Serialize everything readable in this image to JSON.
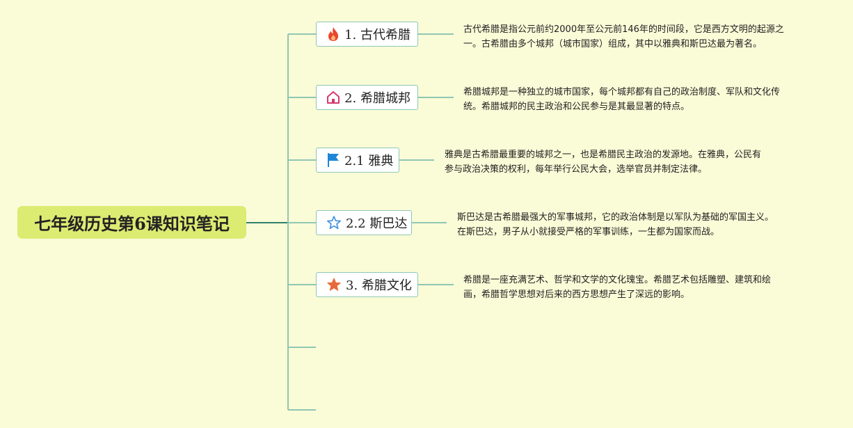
{
  "root": {
    "title": "七年级历史第6课知识笔记"
  },
  "topics": [
    {
      "label": "1. 古代希腊",
      "icon": "fire-icon",
      "desc": [
        "古代希腊是指公元前约2000年至公元前146年的时间段，它是西方文明的起源之",
        "一。古希腊由多个城邦（城市国家）组成，其中以雅典和斯巴达最为著名。"
      ]
    },
    {
      "label": "2. 希腊城邦",
      "icon": "house-icon",
      "desc": [
        "希腊城邦是一种独立的城市国家，每个城邦都有自己的政治制度、军队和文化传",
        "统。希腊城邦的民主政治和公民参与是其最显著的特点。"
      ]
    },
    {
      "label": "2.1 雅典",
      "icon": "flag-icon",
      "desc": [
        "雅典是古希腊最重要的城邦之一，也是希腊民主政治的发源地。在雅典，公民有",
        "参与政治决策的权利，每年举行公民大会，选举官员并制定法律。"
      ]
    },
    {
      "label": "2.2 斯巴达",
      "icon": "star-outline-icon",
      "desc": [
        "斯巴达是古希腊最强大的军事城邦，它的政治体制是以军队为基础的军国主义。",
        "在斯巴达，男子从小就接受严格的军事训练，一生都为国家而战。"
      ]
    },
    {
      "label": "3. 希腊文化",
      "icon": "star-filled-icon",
      "desc": [
        "希腊是一座充满艺术、哲学和文学的文化瑰宝。希腊艺术包括雕塑、建筑和绘",
        "画，希腊哲学思想对后来的西方思想产生了深远的影响。"
      ]
    }
  ],
  "colors": {
    "background": "#fafbd7",
    "root_fill": "#dceb72",
    "connector": "#8fc7b3",
    "root_connector": "#2f7f6d",
    "fire": "#e8462a",
    "house": "#d63a6e",
    "flag": "#1f86d6",
    "star_outline": "#3a8fe0",
    "star_filled": "#e66a3a"
  }
}
